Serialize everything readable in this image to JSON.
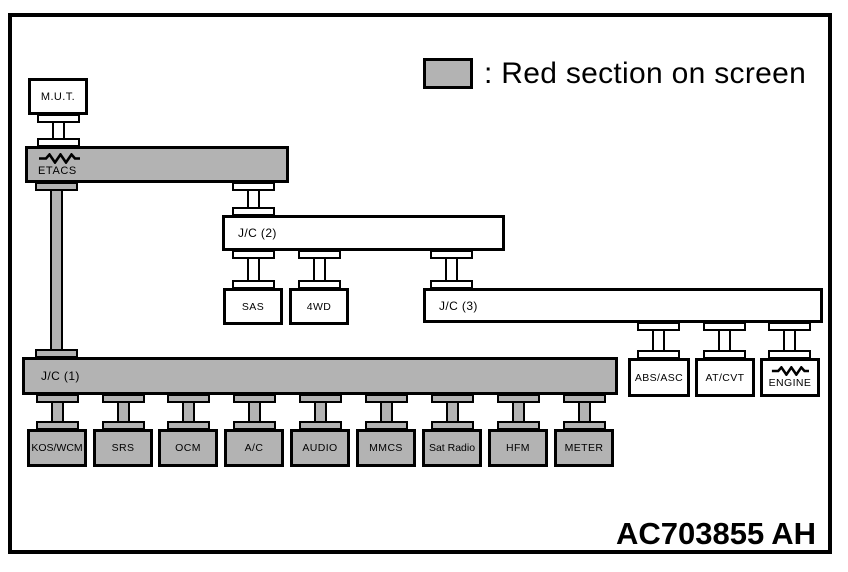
{
  "legend": {
    "label": ": Red section on screen",
    "swatch_color": "#b3b3b3"
  },
  "figure": {
    "code": "AC703855",
    "suffix": "AH"
  },
  "colors": {
    "highlighted_fill": "#b3b3b3",
    "normal_fill": "#ffffff",
    "line": "#000000"
  },
  "nodes": {
    "mut": "M.U.T.",
    "etacs": "ETACS",
    "jc2": "J/C (2)",
    "jc3": "J/C (3)",
    "jc1": "J/C (1)",
    "sas": "SAS",
    "awd": "4WD",
    "abs_asc": "ABS/ASC",
    "at_cvt": "AT/CVT",
    "engine": "ENGINE",
    "modules": [
      "KOS/WCM",
      "SRS",
      "OCM",
      "A/C",
      "AUDIO",
      "MMCS",
      "Sat Radio",
      "HFM",
      "METER"
    ]
  },
  "edges": [
    [
      "M.U.T.",
      "ETACS"
    ],
    [
      "ETACS",
      "J/C (2)"
    ],
    [
      "ETACS",
      "J/C (1)"
    ],
    [
      "J/C (2)",
      "SAS"
    ],
    [
      "J/C (2)",
      "4WD"
    ],
    [
      "J/C (2)",
      "J/C (3)"
    ],
    [
      "J/C (3)",
      "ABS/ASC"
    ],
    [
      "J/C (3)",
      "AT/CVT"
    ],
    [
      "J/C (3)",
      "ENGINE"
    ],
    [
      "J/C (1)",
      "KOS/WCM"
    ],
    [
      "J/C (1)",
      "SRS"
    ],
    [
      "J/C (1)",
      "OCM"
    ],
    [
      "J/C (1)",
      "A/C"
    ],
    [
      "J/C (1)",
      "AUDIO"
    ],
    [
      "J/C (1)",
      "MMCS"
    ],
    [
      "J/C (1)",
      "Sat Radio"
    ],
    [
      "J/C (1)",
      "HFM"
    ],
    [
      "J/C (1)",
      "METER"
    ]
  ]
}
